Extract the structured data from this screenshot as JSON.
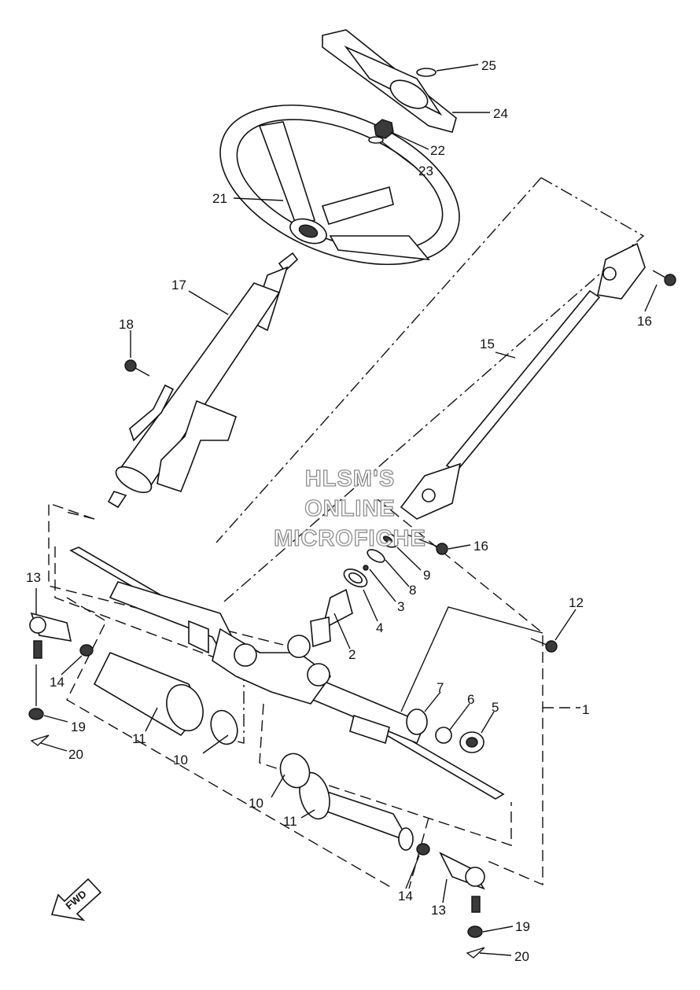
{
  "watermark": {
    "line1": "HLSM'S",
    "line2": "ONLINE",
    "line3": "MICROFICHE"
  },
  "fwd_label": "FWD",
  "callouts": [
    {
      "id": "c25",
      "text": "25"
    },
    {
      "id": "c24",
      "text": "24"
    },
    {
      "id": "c22",
      "text": "22"
    },
    {
      "id": "c23",
      "text": "23"
    },
    {
      "id": "c21",
      "text": "21"
    },
    {
      "id": "c17",
      "text": "17"
    },
    {
      "id": "c18",
      "text": "18"
    },
    {
      "id": "c16a",
      "text": "16"
    },
    {
      "id": "c15",
      "text": "15"
    },
    {
      "id": "c16b",
      "text": "16"
    },
    {
      "id": "c9",
      "text": "9"
    },
    {
      "id": "c8",
      "text": "8"
    },
    {
      "id": "c3",
      "text": "3"
    },
    {
      "id": "c4",
      "text": "4"
    },
    {
      "id": "c2",
      "text": "2"
    },
    {
      "id": "c12",
      "text": "12"
    },
    {
      "id": "c13a",
      "text": "13"
    },
    {
      "id": "c14a",
      "text": "14"
    },
    {
      "id": "c19a",
      "text": "19"
    },
    {
      "id": "c20a",
      "text": "20"
    },
    {
      "id": "c11a",
      "text": "11"
    },
    {
      "id": "c10a",
      "text": "10"
    },
    {
      "id": "c7",
      "text": "7"
    },
    {
      "id": "c6",
      "text": "6"
    },
    {
      "id": "c5",
      "text": "5"
    },
    {
      "id": "c1",
      "text": "1"
    },
    {
      "id": "c10b",
      "text": "10"
    },
    {
      "id": "c11b",
      "text": "11"
    },
    {
      "id": "c14b",
      "text": "14"
    },
    {
      "id": "c13b",
      "text": "13"
    },
    {
      "id": "c19b",
      "text": "19"
    },
    {
      "id": "c20b",
      "text": "20"
    }
  ]
}
